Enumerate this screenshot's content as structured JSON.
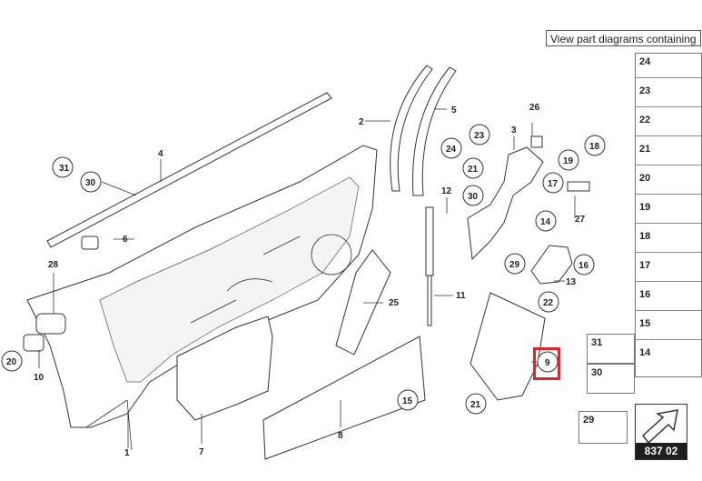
{
  "tooltip": {
    "text": "View part diagrams containing"
  },
  "figure": {
    "code": "837 02"
  },
  "callouts": {
    "c1": "1",
    "c2": "2",
    "c3": "3",
    "c4": "4",
    "c5": "5",
    "c6": "6",
    "c7": "7",
    "c8": "8",
    "c9": "9",
    "c10": "10",
    "c11": "11",
    "c12": "12",
    "c13": "13",
    "c14": "14",
    "c15": "15",
    "c16": "16",
    "c17": "17",
    "c18": "18",
    "c19": "19",
    "c20a": "20",
    "c21a": "21",
    "c21b": "21",
    "c22": "22",
    "c23": "23",
    "c24": "24",
    "c25": "25",
    "c26": "26",
    "c27": "27",
    "c28": "28",
    "c29": "29",
    "c30a": "30",
    "c30b": "30",
    "c31": "31"
  },
  "legend": {
    "right_column": [
      "24",
      "23",
      "22",
      "21",
      "20",
      "19",
      "18",
      "17",
      "16",
      "15",
      "14"
    ],
    "left_column": [
      "31",
      "30"
    ],
    "extra": "29"
  },
  "highlight": {
    "part": "9",
    "color": "#e0242a"
  }
}
